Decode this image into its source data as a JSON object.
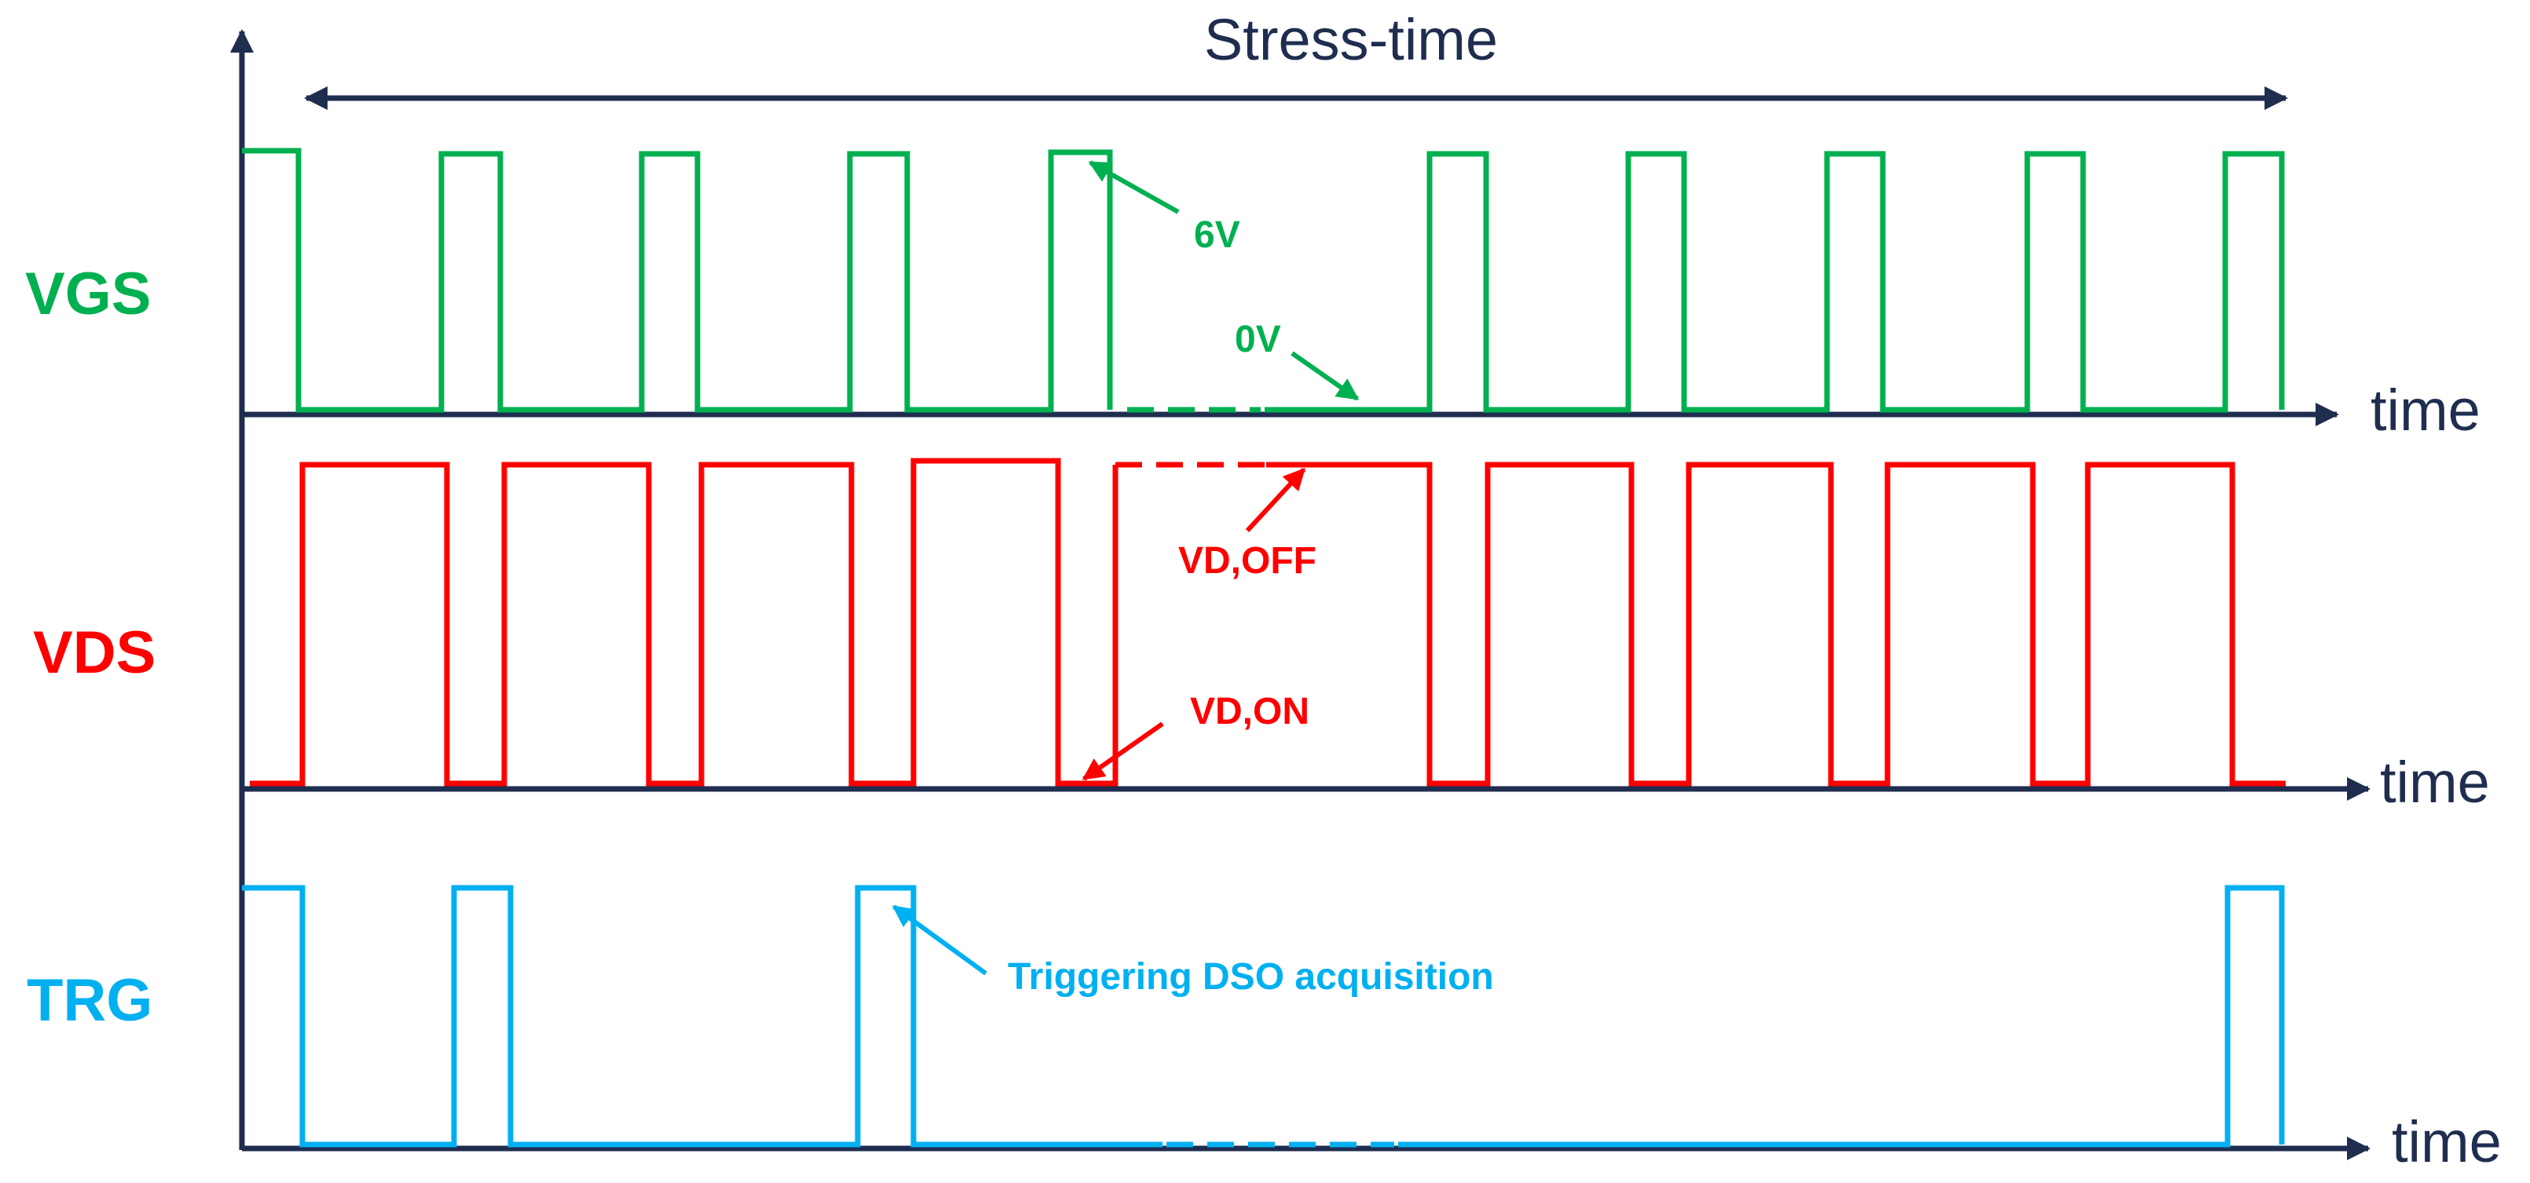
{
  "title": "Stress-time",
  "colors": {
    "axis": "#1f2d4f",
    "vgs": "#00b050",
    "vds": "#ff0000",
    "trg": "#00b0f0"
  },
  "signals": {
    "vgs": {
      "label": "VGS",
      "axis_label": "time",
      "annotations": {
        "high": "6V",
        "low": "0V"
      }
    },
    "vds": {
      "label": "VDS",
      "axis_label": "time",
      "annotations": {
        "off": "VD,OFF",
        "on": "VD,ON"
      }
    },
    "trg": {
      "label": "TRG",
      "axis_label": "time",
      "annotations": {
        "trigger": "Triggering DSO acquisition"
      }
    }
  }
}
